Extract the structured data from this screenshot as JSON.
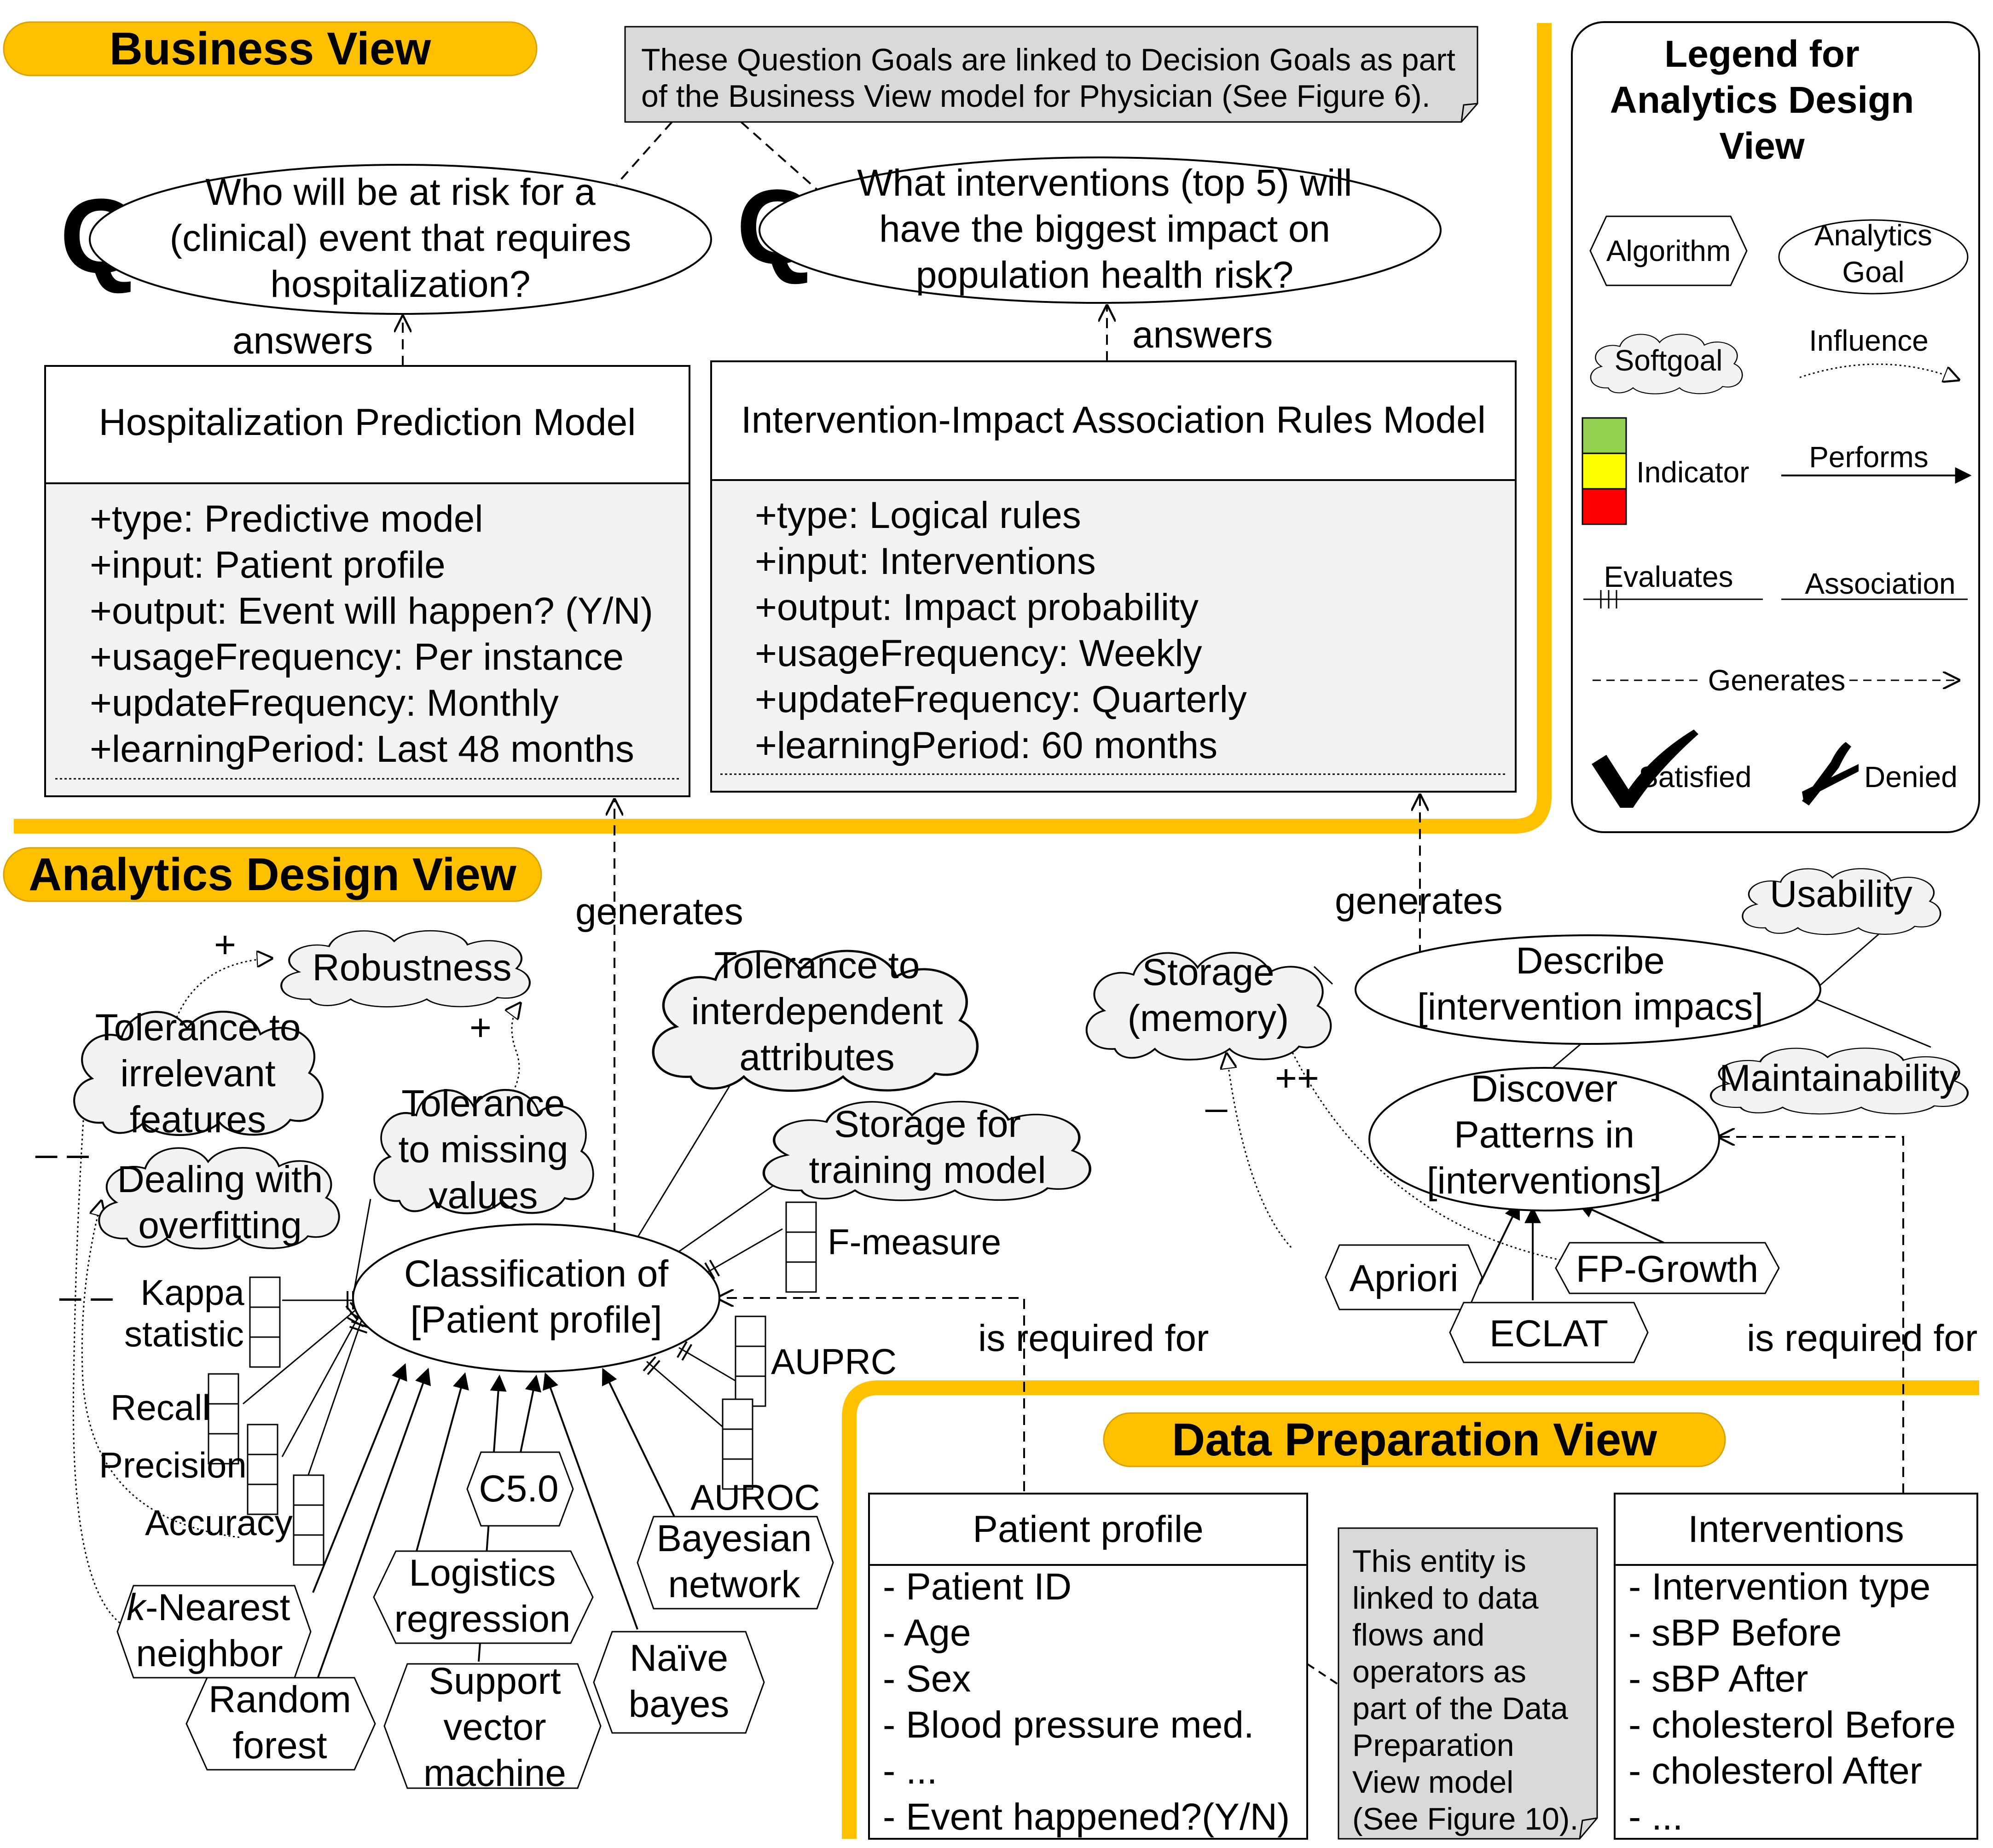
{
  "views": {
    "business": "Business View",
    "analytics": "Analytics Design View",
    "data_prep": "Data Preparation View"
  },
  "notes": {
    "top": [
      "These Question Goals are linked to Decision Goals as part",
      "of the Business View model for Physician (See Figure 6)."
    ],
    "entity": [
      "This entity is",
      "linked to data",
      "flows and",
      "operators as",
      "part of the Data",
      "Preparation",
      "View model",
      "(See Figure 10)."
    ]
  },
  "question_glyph": "Q",
  "questions": {
    "q1": [
      "Who will be at risk for a",
      "(clinical) event that requires",
      "hospitalization?"
    ],
    "q2": [
      "What interventions (top 5) will",
      "have the biggest impact on",
      "population health risk?"
    ]
  },
  "models": {
    "hosp": {
      "title": "Hospitalization Prediction Model",
      "attrs": [
        "+type: Predictive model",
        "+input: Patient profile",
        "+output: Event will happen? (Y/N)",
        "+usageFrequency: Per instance",
        "+updateFrequency: Monthly",
        "+learningPeriod: Last 48 months"
      ]
    },
    "assoc": {
      "title": "Intervention-Impact Association Rules Model",
      "attrs": [
        "+type: Logical rules",
        "+input: Interventions",
        "+output: Impact probability",
        "+usageFrequency: Weekly",
        "+updateFrequency: Quarterly",
        "+learningPeriod:  60 months"
      ]
    }
  },
  "links": {
    "answers": "answers",
    "generates": "generates",
    "required": "is required for"
  },
  "legend": {
    "title": [
      "Legend for",
      "Analytics Design",
      "View"
    ],
    "algorithm": "Algorithm",
    "analytics_goal": [
      "Analytics",
      "Goal"
    ],
    "softgoal": "Softgoal",
    "influence": "Influence",
    "indicator": "Indicator",
    "performs": "Performs",
    "evaluates": "Evaluates",
    "association": "Association",
    "generates": "Generates",
    "satisfied": "Satisfied",
    "denied": "Denied",
    "colors": {
      "green": "#92d050",
      "yellow": "#ffff00",
      "red": "#ff0000"
    }
  },
  "softgoals": {
    "robustness": [
      "Robustness"
    ],
    "irrelevant": [
      "Tolerance to",
      "irrelevant",
      "features"
    ],
    "missing": [
      "Tolerance",
      "to missing",
      "values"
    ],
    "overfitting": [
      "Dealing with",
      "overfitting"
    ],
    "interdependent": [
      "Tolerance to",
      "interdependent",
      "attributes"
    ],
    "training": [
      "Storage for",
      "training model"
    ],
    "storage": [
      "Storage",
      "(memory)"
    ],
    "usability": [
      "Usability"
    ],
    "maintainability": [
      "Maintainability"
    ]
  },
  "goals": {
    "classification": [
      "Classification of",
      "[Patient profile]"
    ],
    "describe": [
      "Describe",
      "[intervention impacs]"
    ],
    "discover": [
      "Discover",
      "Patterns in",
      "[interventions]"
    ]
  },
  "indicators": {
    "kappa": [
      "Kappa",
      "statistic"
    ],
    "recall": "Recall",
    "precision": "Precision",
    "accuracy": "Accuracy",
    "fmeasure": "F-measure",
    "auprc": "AUPRC",
    "auroc": "AUROC"
  },
  "algorithms": {
    "knn_k": "k",
    "knn": [
      "-Nearest",
      "neighbor"
    ],
    "rf": [
      "Random",
      "forest"
    ],
    "lr": [
      "Logistics",
      "regression"
    ],
    "svm": [
      "Support",
      "vector",
      "machine"
    ],
    "c50": "C5.0",
    "nb": [
      "Naïve",
      "bayes"
    ],
    "bn": [
      "Bayesian",
      "network"
    ],
    "apriori": "Apriori",
    "eclat": "ECLAT",
    "fpgrowth": "FP-Growth"
  },
  "contrib": {
    "plus": "+",
    "minus": "_ _",
    "minusone": "_",
    "plusplus": "++"
  },
  "entities": {
    "patient": {
      "title": "Patient profile",
      "attrs": [
        "- Patient ID",
        "- Age",
        "- Sex",
        "- Blood pressure med.",
        "- ...",
        "- Event happened?(Y/N)"
      ]
    },
    "interventions": {
      "title": "Interventions",
      "attrs": [
        "- Intervention type",
        "- sBP Before",
        "- sBP After",
        "- cholesterol Before",
        "- cholesterol After",
        "- ..."
      ]
    }
  }
}
